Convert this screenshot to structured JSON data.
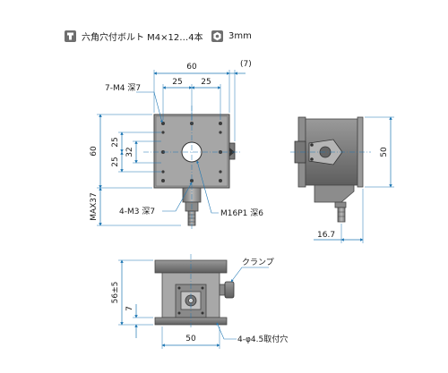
{
  "legend": {
    "bolt_text": "六角穴付ボルト M4×12…4本",
    "wrench_text": "3mm",
    "bolt_icon": "hex-socket-bolt-icon",
    "wrench_icon": "hex-key-icon"
  },
  "top_view": {
    "width": "60",
    "offset": "(7)",
    "pitch_a": "25",
    "pitch_b": "25",
    "tap_top": "7-M4 深7",
    "side_25_upper": "25",
    "side_32": "32",
    "side_25_lower": "25",
    "height": "60",
    "max": "MAX37",
    "tap_bottom": "4-M3 深7",
    "screw": "M16P1 深6"
  },
  "side_view": {
    "height": "50",
    "offset": "16.7"
  },
  "front_view": {
    "clamp": "クランプ",
    "height": "56±5",
    "small": "7",
    "width": "50",
    "holes": "4-φ4.5取付穴"
  },
  "colors": {
    "line": "#2a2a2a",
    "dim": "#1f77b4",
    "body": "#8f8f8f",
    "body_dark": "#555555",
    "body_light": "#c8c8c8"
  }
}
